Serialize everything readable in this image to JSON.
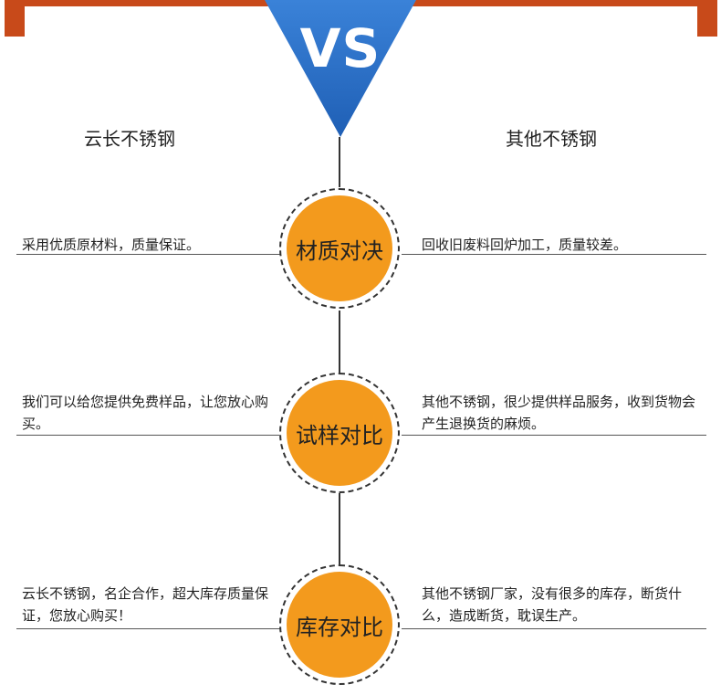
{
  "header": {
    "vs_label": "VS",
    "left_brand": "云长不锈钢",
    "right_brand": "其他不锈钢"
  },
  "colors": {
    "accent_bar": "#c84a1a",
    "triangle": "#2a6bc4",
    "circle": "#f39a1d"
  },
  "comparisons": [
    {
      "title": "材质对决",
      "left": "采用优质原材料，质量保证。",
      "right": "回收旧废料回炉加工，质量较差。"
    },
    {
      "title": "试样对比",
      "left": "我们可以给您提供免费样品，让您放心购买。",
      "right": "其他不锈钢，很少提供样品服务，收到货物会产生退换货的麻烦。"
    },
    {
      "title": "库存对比",
      "left": "云长不锈钢，名企合作，超大库存质量保证，您放心购买！",
      "right": "其他不锈钢厂家，没有很多的库存，断货什么，造成断货，耽误生产。"
    }
  ]
}
